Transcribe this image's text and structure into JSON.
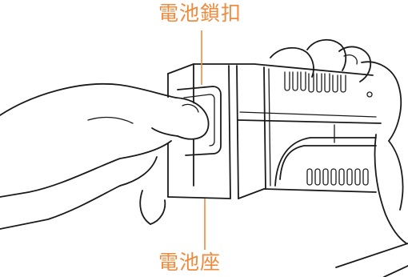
{
  "callouts": {
    "battery_latch": "電池鎖扣",
    "battery_base": "電池座"
  },
  "colors": {
    "accent": "#f08a3c",
    "line_art": "#1a1a1a",
    "background": "#ffffff"
  },
  "icons": {
    "figure": "thermal-camera-battery-removal-illustration"
  }
}
